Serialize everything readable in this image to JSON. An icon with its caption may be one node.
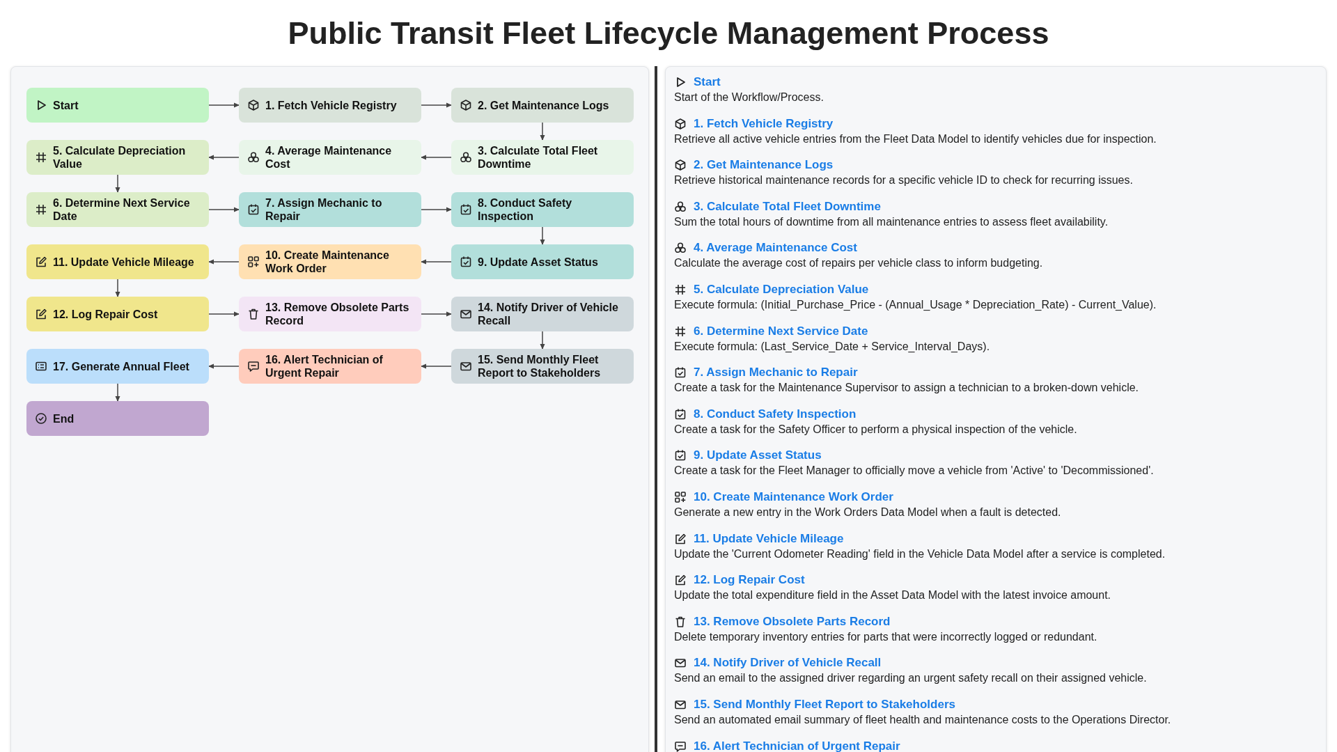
{
  "diagram": {
    "title": "Public Transit Fleet Lifecycle Management Process",
    "nodes": [
      {
        "text": [
          "Start"
        ]
      },
      {
        "text": [
          "1. Fetch Vehicle Registry"
        ]
      },
      {
        "text": [
          "2. Get Maintenance Logs"
        ]
      },
      {
        "text": [
          "3. Calculate Total Fleet Downtime"
        ]
      },
      {
        "text": [
          "4. Average Maintenance Cost"
        ]
      },
      {
        "text": [
          "5. Calculate Depreciation Value"
        ]
      },
      {
        "text": [
          "6. Determine Next Service Date"
        ]
      },
      {
        "text": [
          "7. Assign Mechanic to Repair"
        ]
      },
      {
        "text": [
          "8. Conduct Safety Inspection"
        ]
      },
      {
        "text": [
          "9. Update Asset Status"
        ]
      },
      {
        "text": [
          "10. Create Maintenance Work Order"
        ]
      },
      {
        "text": [
          "11. Update Vehicle Mileage"
        ]
      },
      {
        "text": [
          "12. Log Repair Cost"
        ]
      },
      {
        "text": [
          "13. Remove Obsolete Parts Record"
        ]
      },
      {
        "text": [
          "14. Notify Driver of Vehicle Recall"
        ]
      },
      {
        "text": [
          "15. Send Monthly Fleet Report to Stakeholders"
        ]
      },
      {
        "text": [
          "16. Alert Technician of Urgent Repair"
        ]
      },
      {
        "text": [
          "17. Generate Annual Fleet"
        ]
      },
      {
        "text": [
          "End"
        ]
      }
    ],
    "edges": [
      {
        "from": 0,
        "to": 1,
        "arrow": "to"
      },
      {
        "from": 1,
        "to": 2,
        "arrow": "to"
      },
      {
        "from": 2,
        "to": 3,
        "arrow": "to"
      },
      {
        "from": 3,
        "to": 4,
        "arrow": "to"
      },
      {
        "from": 4,
        "to": 5,
        "arrow": "to"
      },
      {
        "from": 5,
        "to": 6,
        "arrow": "to"
      },
      {
        "from": 6,
        "to": 7,
        "arrow": "to"
      },
      {
        "from": 7,
        "to": 8,
        "arrow": "to"
      },
      {
        "from": 8,
        "to": 9,
        "arrow": "to"
      },
      {
        "from": 9,
        "to": 10,
        "arrow": "to"
      },
      {
        "from": 10,
        "to": 11,
        "arrow": "to"
      },
      {
        "from": 11,
        "to": 12,
        "arrow": "to"
      },
      {
        "from": 12,
        "to": 13,
        "arrow": "to"
      },
      {
        "from": 13,
        "to": 14,
        "arrow": "to"
      },
      {
        "from": 14,
        "to": 15,
        "arrow": "to"
      },
      {
        "from": 15,
        "to": 16,
        "arrow": "to"
      },
      {
        "from": 16,
        "to": 17,
        "arrow": "to"
      },
      {
        "from": 17,
        "to": 18,
        "arrow": "to"
      }
    ],
    "labels": [
      "Start",
      "Start of the Workflow/Process.",
      "1. Fetch Vehicle Registry",
      "Retrieve all active vehicle entries from the Fleet Data Model to identify vehicles due for inspection.",
      "2. Get Maintenance Logs",
      "Retrieve historical maintenance records for a specific vehicle ID to check for recurring issues.",
      "3. Calculate Total Fleet Downtime",
      "Sum the total hours of downtime from all maintenance entries to assess fleet availability.",
      "4. Average Maintenance Cost",
      "Calculate the average cost of repairs per vehicle class to inform budgeting.",
      "5. Calculate Depreciation Value",
      "Execute formula: (Initial_Purchase_Price - (Annual_Usage * Depreciation_Rate) - Current_Value).",
      "6. Determine Next Service Date",
      "Execute formula: (Last_Service_Date + Service_Interval_Days).",
      "7. Assign Mechanic to Repair",
      "Create a task for the Maintenance Supervisor to assign a technician to a broken-down vehicle.",
      "8. Conduct Safety Inspection",
      "Create a task for the Safety Officer to perform a physical inspection of the vehicle.",
      "9. Update Asset Status",
      "Create a task for the Fleet Manager to officially move a vehicle from 'Active' to 'Decommissioned'.",
      "10. Create Maintenance Work Order",
      "Generate a new entry in the Work Orders Data Model when a fault is detected.",
      "11. Update Vehicle Mileage",
      "Update the 'Current Odometer Reading' field in the Vehicle Data Model after a service is completed.",
      "12. Log Repair Cost",
      "Update the total expenditure field in the Asset Data Model with the latest invoice amount.",
      "13. Remove Obsolete Parts Record",
      "Delete temporary inventory entries for parts that were incorrectly logged or redundant.",
      "14. Notify Driver of Vehicle Recall",
      "Send an email to the assigned driver regarding an urgent safety recall on their assigned vehicle.",
      "15. Send Monthly Fleet Report to Stakeholders",
      "Send an automated email summary of fleet health and maintenance costs to the Operations Director.",
      "16. Alert Technician of Urgent Repair"
    ]
  }
}
